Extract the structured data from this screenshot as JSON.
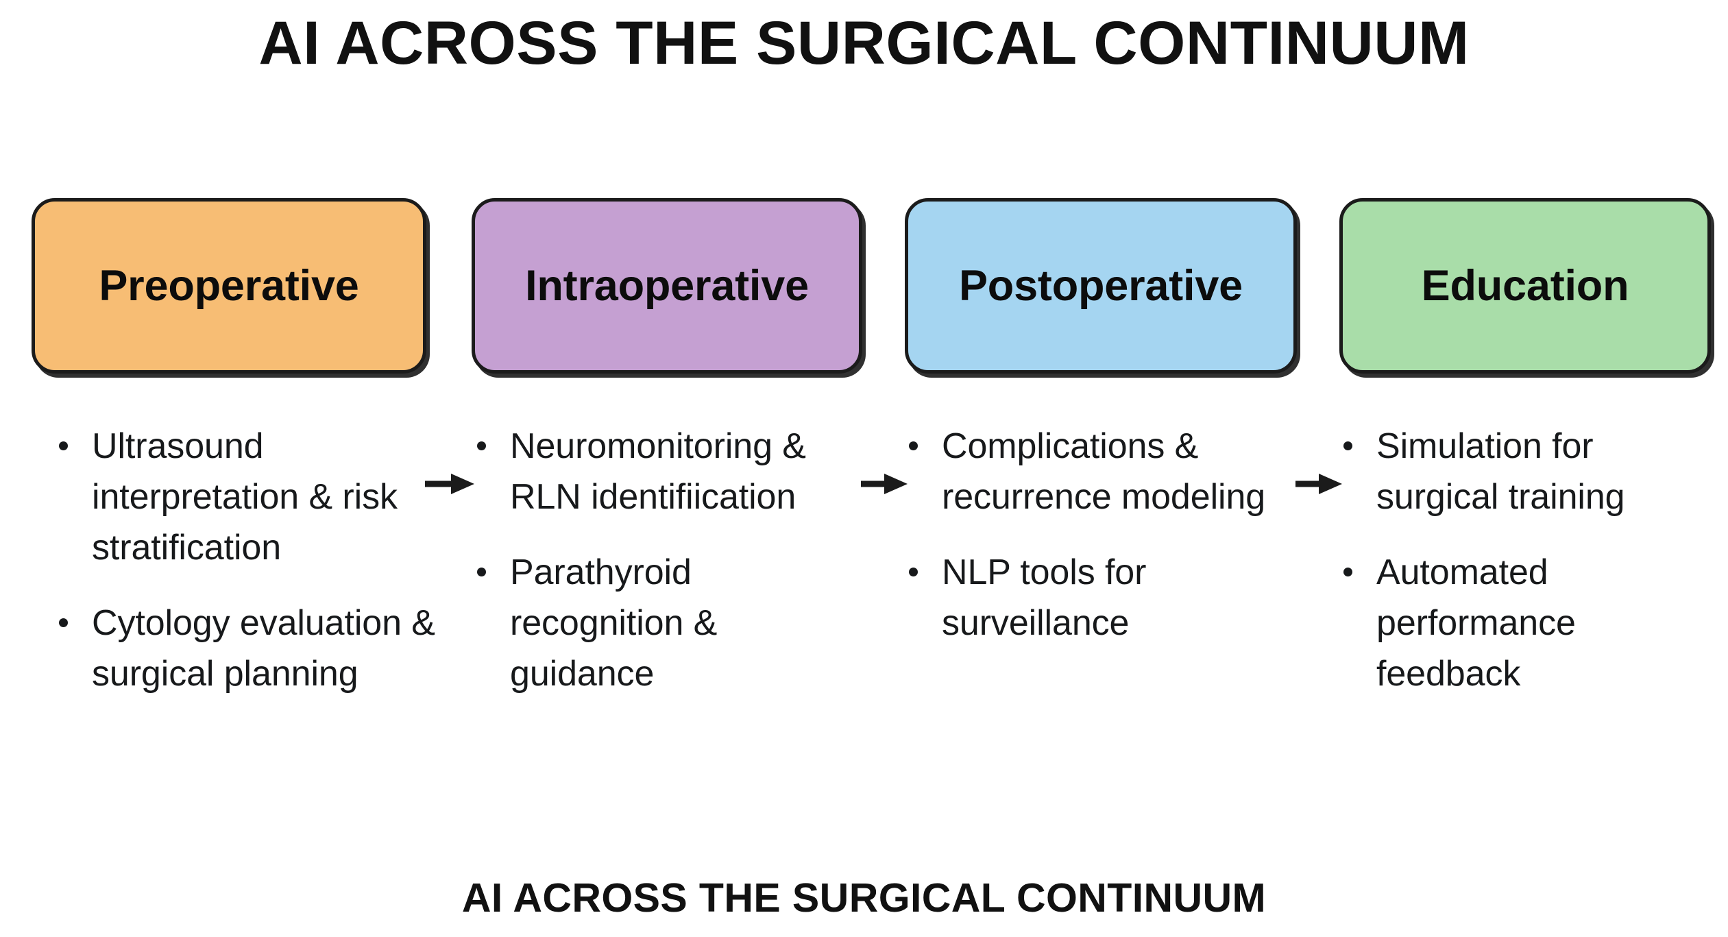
{
  "page": {
    "title": "AI ACROSS THE SURGICAL CONTINUUM",
    "caption": "AI ACROSS THE SURGICAL CONTINUUM",
    "background_color": "#ffffff",
    "text_color": "#17191b",
    "border_color": "#1b1b1b"
  },
  "stages": [
    {
      "label": "Preoperative",
      "color": "#f7bd74",
      "bullets": [
        "Ultrasound interpretation & risk stratification",
        "Cytology evaluation & surgical planning"
      ]
    },
    {
      "label": "Intraoperative",
      "color": "#c5a0d2",
      "bullets": [
        "Neuromonitoring & RLN identifiication",
        "Parathyroid recognition & guidance"
      ]
    },
    {
      "label": "Postoperative",
      "color": "#a5d5f1",
      "bullets": [
        "Complications & recurrence modeling",
        "NLP tools for surveillance"
      ]
    },
    {
      "label": "Education",
      "color": "#a9dda9",
      "bullets": [
        "Simulation for surgical training",
        "Automated performance feedback"
      ]
    }
  ],
  "arrows": [
    {
      "name": "arrow-preop-to-intraop"
    },
    {
      "name": "arrow-intraop-to-postop"
    },
    {
      "name": "arrow-postop-to-education"
    }
  ]
}
